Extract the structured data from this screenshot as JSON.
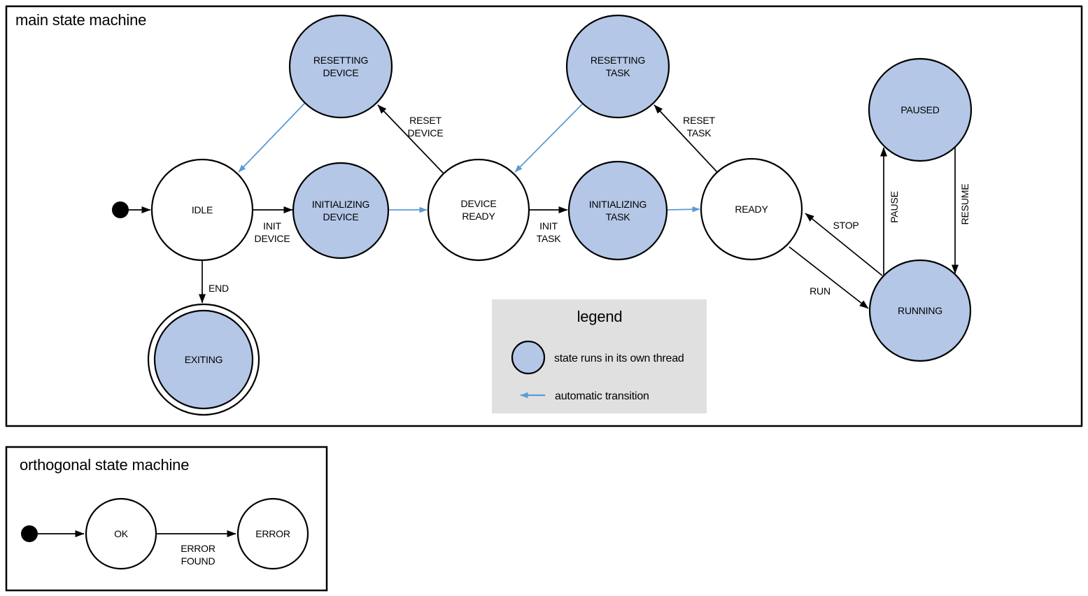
{
  "colors": {
    "state_thread_fill": "#b4c7e7",
    "state_plain_fill": "#ffffff",
    "auto_transition": "#5b9bd5",
    "stroke": "#000000",
    "legend_bg": "#e0e0e0"
  },
  "main": {
    "title": "main state machine",
    "states": {
      "resetting_device": {
        "lines": [
          "RESETTING",
          "DEVICE"
        ]
      },
      "resetting_task": {
        "lines": [
          "RESETTING",
          "TASK"
        ]
      },
      "paused": {
        "label": "PAUSED"
      },
      "idle": {
        "label": "IDLE"
      },
      "initializing_device": {
        "lines": [
          "INITIALIZING",
          "DEVICE"
        ]
      },
      "device_ready": {
        "lines": [
          "DEVICE",
          "READY"
        ]
      },
      "initializing_task": {
        "lines": [
          "INITIALIZING",
          "TASK"
        ]
      },
      "ready": {
        "label": "READY"
      },
      "running": {
        "label": "RUNNING"
      },
      "exiting": {
        "label": "EXITING"
      }
    },
    "transitions": {
      "init_device": {
        "lines": [
          "INIT",
          "DEVICE"
        ]
      },
      "reset_device": {
        "lines": [
          "RESET",
          "DEVICE"
        ]
      },
      "init_task": {
        "lines": [
          "INIT",
          "TASK"
        ]
      },
      "reset_task": {
        "lines": [
          "RESET",
          "TASK"
        ]
      },
      "run": {
        "label": "RUN"
      },
      "stop": {
        "label": "STOP"
      },
      "pause": {
        "label": "PAUSE"
      },
      "resume": {
        "label": "RESUME"
      },
      "end": {
        "label": "END"
      }
    }
  },
  "legend": {
    "title": "legend",
    "thread_item": "state runs in its own thread",
    "auto_item": "automatic transition"
  },
  "orthogonal": {
    "title": "orthogonal state machine",
    "states": {
      "ok": {
        "label": "OK"
      },
      "error": {
        "label": "ERROR"
      }
    },
    "transitions": {
      "error_found": {
        "lines": [
          "ERROR",
          "FOUND"
        ]
      }
    }
  }
}
